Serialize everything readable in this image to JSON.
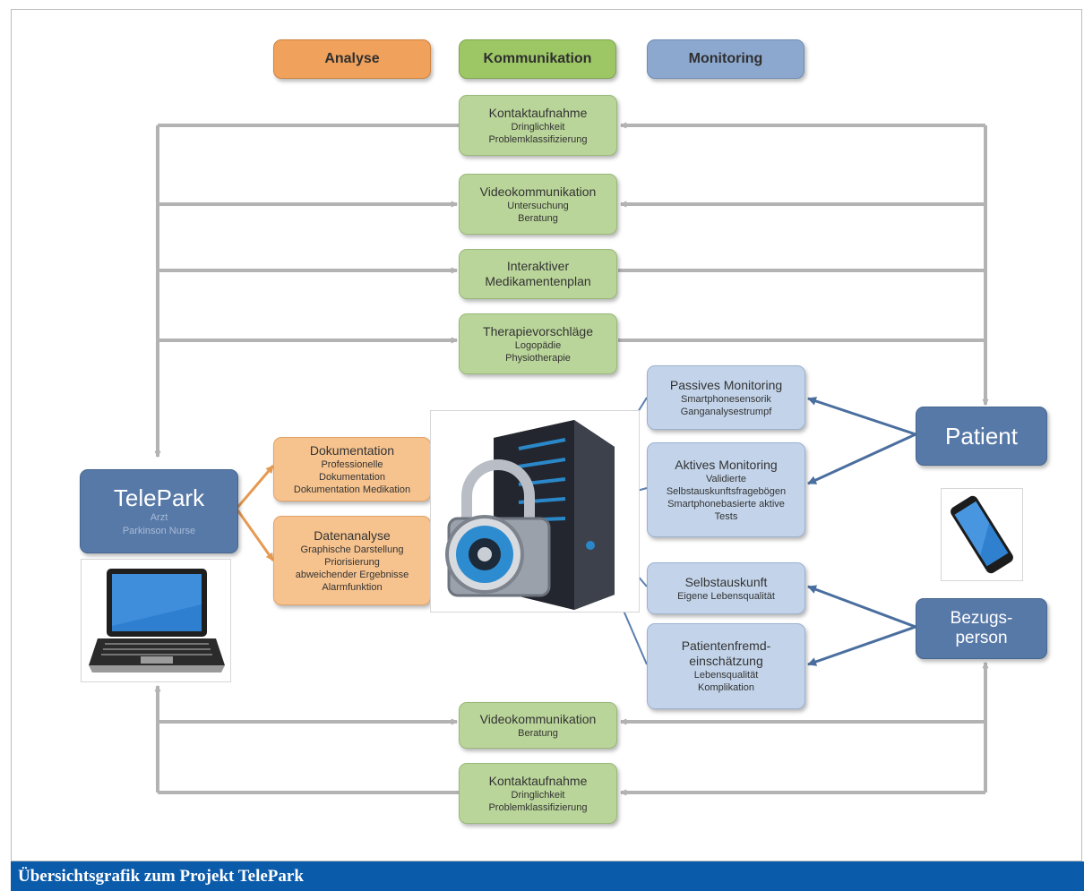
{
  "legend": {
    "analyse": {
      "label": "Analyse",
      "color": "#f0a15c"
    },
    "kommunikation": {
      "label": "Kommunikation",
      "color": "#9dc765"
    },
    "monitoring": {
      "label": "Monitoring",
      "color": "#8ca8cf"
    }
  },
  "communication": {
    "kontakt_top": {
      "title": "Kontaktaufnahme",
      "lines": [
        "Dringlichkeit",
        "Problemklassifizierung"
      ]
    },
    "video_top": {
      "title": "Videokommunikation",
      "lines": [
        "Untersuchung",
        "Beratung"
      ]
    },
    "medikamentenplan": {
      "title_lines": [
        "Interaktiver",
        "Medikamentenplan"
      ]
    },
    "therapie": {
      "title": "Therapievorschläge",
      "lines": [
        "Logopädie",
        "Physiotherapie"
      ]
    },
    "video_bottom": {
      "title": "Videokommunikation",
      "lines": [
        "Beratung"
      ]
    },
    "kontakt_bottom": {
      "title": "Kontaktaufnahme",
      "lines": [
        "Dringlichkeit",
        "Problemklassifizierung"
      ]
    }
  },
  "analysis": {
    "dokumentation": {
      "title": "Dokumentation",
      "lines": [
        "Professionelle",
        "Dokumentation",
        "Dokumentation Medikation"
      ]
    },
    "datenanalyse": {
      "title": "Datenanalyse",
      "lines": [
        "Graphische Darstellung",
        "Priorisierung",
        "abweichender Ergebnisse",
        "Alarmfunktion"
      ]
    }
  },
  "monitoring": {
    "passiv": {
      "title": "Passives Monitoring",
      "lines": [
        "Smartphonesensorik",
        "Ganganalysestrumpf"
      ]
    },
    "aktiv": {
      "title": "Aktives Monitoring",
      "lines": [
        "Validierte",
        "Selbstauskunftsfragebögen",
        "Smartphonebasierte aktive",
        "Tests"
      ]
    },
    "selbstauskunft": {
      "title": "Selbstauskunft",
      "lines": [
        "Eigene Lebensqualität"
      ]
    },
    "fremd": {
      "title_lines": [
        "Patientenfremd-",
        "einschätzung"
      ],
      "lines": [
        "Lebensqualität",
        "Komplikation"
      ]
    }
  },
  "actors": {
    "telepark": {
      "title": "TelePark",
      "lines": [
        "Arzt",
        "Parkinson Nurse"
      ]
    },
    "patient": {
      "title": "Patient"
    },
    "bezugsperson": {
      "title_lines": [
        "Bezugs-",
        "person"
      ]
    }
  },
  "icons": [
    "laptop-icon",
    "smartphone-icon",
    "server-lock-icon"
  ],
  "caption": "Übersichtsgrafik zum Projekt  TelePark"
}
